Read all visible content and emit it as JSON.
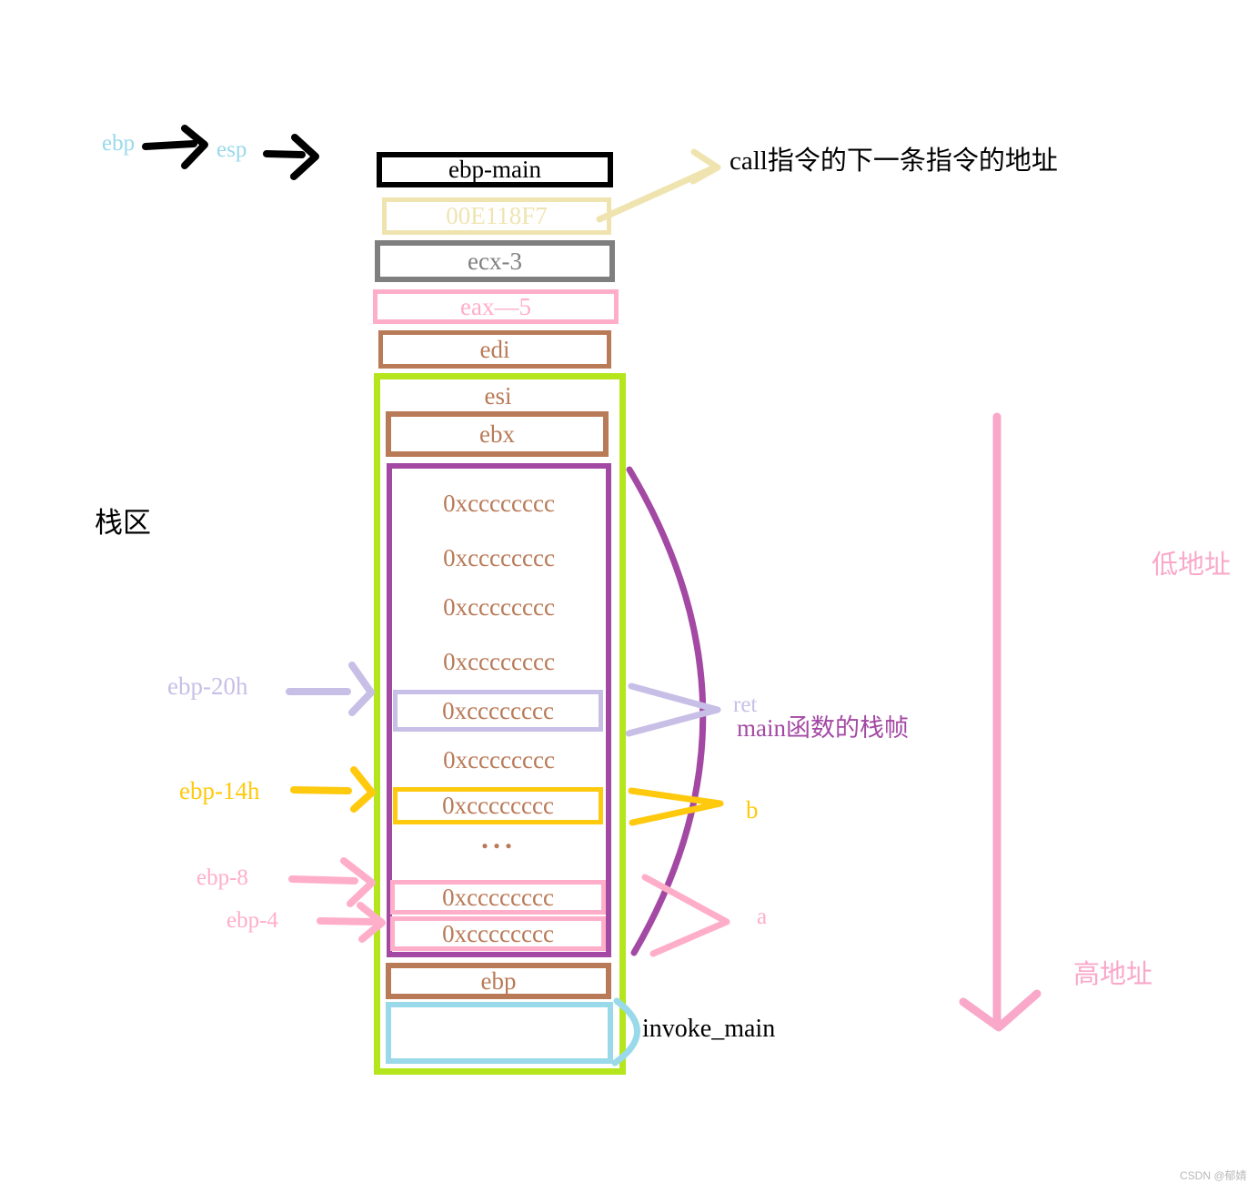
{
  "palette": {
    "black": "#000000",
    "gray": "#7F7F7F",
    "brown": "#B97A57",
    "pale_yellow": "#EFE4B0",
    "pink": "#FFAEC9",
    "gold": "#FFC90E",
    "yellow_green": "#B5E61D",
    "purple": "#A349A4",
    "lavender": "#C8BFE7",
    "light_blue": "#99D9EA"
  },
  "pointers": {
    "ebp": "ebp",
    "esp": "esp"
  },
  "offsets": {
    "ebp_20h": "ebp-20h",
    "ebp_14h": "ebp-14h",
    "ebp_8": "ebp-8",
    "ebp_4": "ebp-4"
  },
  "stack": {
    "ebp_main": "ebp-main",
    "return_address": "00E118F7",
    "ecx": "ecx-3",
    "eax": "eax—5",
    "edi": "edi",
    "esi": "esi",
    "ebx": "ebx",
    "cc_value": "0xcccccccc",
    "ellipsis": "...",
    "ebp": "ebp"
  },
  "annotations": {
    "call_next_addr": "call指令的下一条指令的地址",
    "stack_area": "栈区",
    "ret": "ret",
    "main_frame": "main函数的栈帧",
    "var_b": "b",
    "var_a": "a",
    "invoke_main": "invoke_main",
    "low_address": "低地址",
    "high_address": "高地址"
  },
  "watermark": "CSDN @郁婧"
}
